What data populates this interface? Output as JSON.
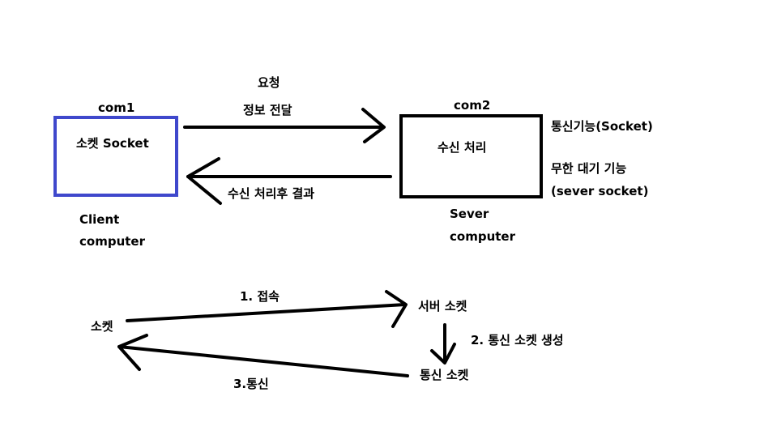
{
  "top": {
    "client": {
      "name": "com1",
      "box_label": "소켓 Socket",
      "caption_line1": "Client",
      "caption_line2": "computer",
      "border_color": "#3f48cc"
    },
    "server": {
      "name": "com2",
      "box_label": "수신 처리",
      "caption_line1": "Sever",
      "caption_line2": "computer",
      "border_color": "#000000"
    },
    "request_label_line1": "요청",
    "request_label_line2": "정보 전달",
    "response_label": "수신 처리후 결과",
    "feature_comm": "통신기능(Socket)",
    "feature_wait": "무한 대기 기능",
    "feature_wait_sub": "(sever socket)"
  },
  "bottom": {
    "client_socket": "소켓",
    "server_socket": "서버 소켓",
    "comm_socket": "통신 소켓",
    "step1": "1. 접속",
    "step2": "2. 통신 소켓 생성",
    "step3": "3.통신"
  }
}
